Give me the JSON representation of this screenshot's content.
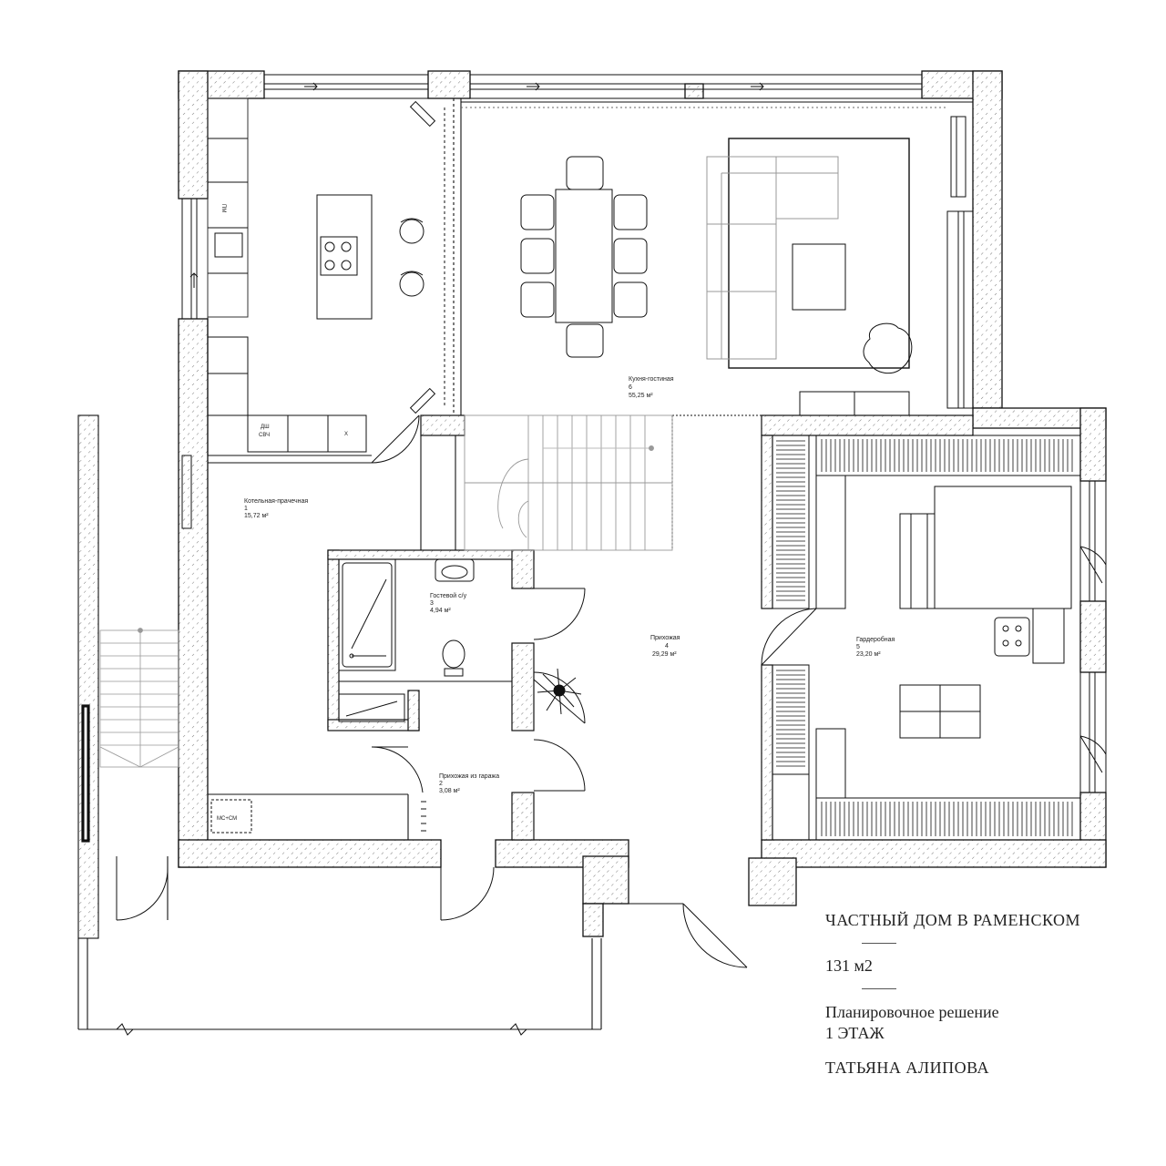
{
  "colors": {
    "line": "#111111",
    "wall_fill": "#ffffff",
    "hatch": "#666666",
    "fixture": "#999999"
  },
  "rooms": [
    {
      "id": "boiler",
      "name": "Котельная-прачечная",
      "number": "1",
      "area": "15,72 м²"
    },
    {
      "id": "garage_hall",
      "name": "Прихожая из гаража",
      "number": "2",
      "area": "3,08 м²"
    },
    {
      "id": "guest_wc",
      "name": "Гостевой с/у",
      "number": "3",
      "area": "4,94 м²"
    },
    {
      "id": "hall",
      "name": "Прихожая",
      "number": "4",
      "area": "29,29 м²"
    },
    {
      "id": "wardrobe",
      "name": "Гардеробная",
      "number": "5",
      "area": "23,20 м²"
    },
    {
      "id": "kitchen_living",
      "name": "Кухня-гостиная",
      "number": "6",
      "area": "55,25 м²"
    }
  ],
  "fixture_labels": {
    "pm": "ПМ",
    "dw_mw_1": "ДШ",
    "dw_mw_2": "СВЧ",
    "x": "Х",
    "washer": "МС+СМ"
  },
  "info": {
    "title": "ЧАСТНЫЙ ДОМ В РАМЕНСКОМ",
    "area": "131 м2",
    "subtitle": "Планировочное решение 1 ЭТАЖ",
    "author": "ТАТЬЯНА АЛИПОВА"
  }
}
